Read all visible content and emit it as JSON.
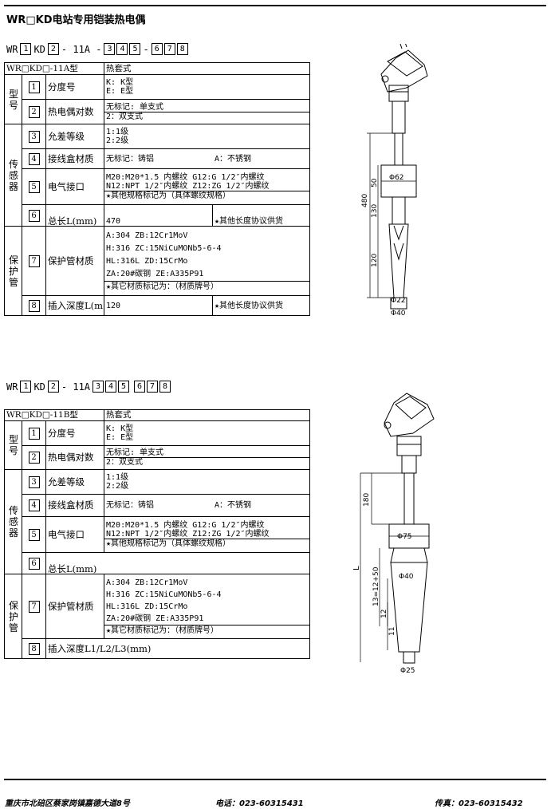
{
  "title": "WR□KD电站专用铠装热电偶",
  "code1": {
    "parts": [
      "WR",
      "1",
      "KD",
      "2",
      "- 11A -",
      "3",
      "4",
      "5",
      "-",
      "6",
      "7",
      "8"
    ]
  },
  "code2": {
    "parts": [
      "WR",
      "1",
      "KD",
      "2",
      "- 11A",
      "3",
      "4",
      "5",
      "",
      "6",
      "7",
      "8"
    ]
  },
  "table1": {
    "head_left": "WR□KD□-11A型",
    "head_right": "热套式",
    "grp_xing": "型号",
    "grp_sensor": "传感器",
    "grp_tube": "保护管",
    "r1_num": "1",
    "r1_name": "分度号",
    "r1_l1": "K:    K型",
    "r1_l2": "E:    E型",
    "r2_num": "2",
    "r2_name": "热电偶对数",
    "r2_l1": "无标记:  单支式",
    "r2_l2": "2：双支式",
    "r3_num": "3",
    "r3_name": "允差等级",
    "r3_l1": "1:1级",
    "r3_l2": "2:2级",
    "r4_num": "4",
    "r4_name": "接线盒材质",
    "r4_a": "无标记：铸铝",
    "r4_b": "A：不锈钢",
    "r5_num": "5",
    "r5_name": "电气接口",
    "r5_l1": "M20:M20*1.5 内螺纹   G12:G 1/2″内螺纹",
    "r5_l2": "N12:NPT 1/2″内螺纹   Z12:ZG 1/2″内螺纹",
    "r5_l3": "★其他规格标记为（具体螺纹规格）",
    "r6_num": "6",
    "r6_name": "总长L(mm)",
    "r6_a": "470",
    "r6_b": "★其他长度协议供货",
    "r7_num": "7",
    "r7_name": "保护管材质",
    "r7_l1": "A:304           ZB:12Cr1MoV",
    "r7_l2": "H:316           ZC:15NiCuMONb5-6-4",
    "r7_l3": "HL:316L         ZD:15CrMo",
    "r7_l4": "ZA:20#碳钢      ZE:A335P91",
    "r7_l5": "★其它材质标记为：（材质牌号）",
    "r8_num": "8",
    "r8_name": "插入深度L(m",
    "r8_a": "120",
    "r8_b": "★其他长度协议供货"
  },
  "table2": {
    "head_left": "WR□KD□-11B型",
    "head_right": "热套式",
    "grp_xing": "型号",
    "grp_sensor": "传感器",
    "grp_tube": "保护管",
    "r1_num": "1",
    "r1_name": "分度号",
    "r1_l1": "K:    K型",
    "r1_l2": "E:    E型",
    "r2_num": "2",
    "r2_name": "热电偶对数",
    "r2_l1": "无标记:  单支式",
    "r2_l2": "2：双支式",
    "r3_num": "3",
    "r3_name": "允差等级",
    "r3_l1": "1:1级",
    "r3_l2": "2:2级",
    "r4_num": "4",
    "r4_name": "接线盒材质",
    "r4_a": "无标记：铸铝",
    "r4_b": "A：不锈钢",
    "r5_num": "5",
    "r5_name": "电气接口",
    "r5_l1": "M20:M20*1.5 内螺纹   G12:G 1/2″内螺纹",
    "r5_l2": "N12:NPT 1/2″内螺纹   Z12:ZG 1/2″内螺纹",
    "r5_l3": "★其他规格标记为（具体螺纹规格）",
    "r6_num": "6",
    "r6_name": "总长L(mm)",
    "r7_num": "7",
    "r7_name": "保护管材质",
    "r7_l1": "A:304           ZB:12Cr1MoV",
    "r7_l2": "H:316           ZC:15NiCuMONb5-6-4",
    "r7_l3": "HL:316L         ZD:15CrMo",
    "r7_l4": "ZA:20#碳钢      ZE:A335P91",
    "r7_l5": "★其它材质标记为：（材质牌号）",
    "r8_num": "8",
    "r8_name": "插入深度L1/L2/L3(mm)"
  },
  "drawing1": {
    "d_top": "Φ62",
    "d_mid": "Φ22",
    "d_bot": "Φ40",
    "dim_total": "480",
    "dim_a": "50",
    "dim_b": "130",
    "dim_c": "120"
  },
  "drawing2": {
    "d_top": "Φ75",
    "d_mid": "Φ40",
    "d_bot": "Φ25",
    "dim_a": "180",
    "dim_L": "L",
    "dim_b": "13=12+50",
    "dim_c": "12",
    "dim_d": "11"
  },
  "footer": {
    "address": "重庆市北碚区蔡家岗镇嘉德大道8号",
    "phone": "电话：023-60315431",
    "fax": "传真：023-60315432"
  }
}
